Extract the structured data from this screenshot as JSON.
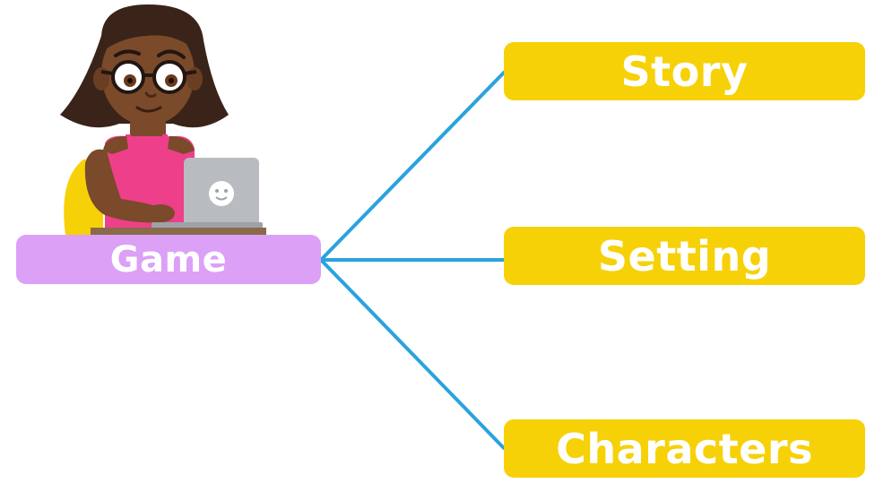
{
  "diagram": {
    "root": {
      "label": "Game"
    },
    "children": [
      {
        "label": "Story"
      },
      {
        "label": "Setting"
      },
      {
        "label": "Characters"
      }
    ]
  },
  "colors": {
    "root_fill": "#dca0f7",
    "child_fill": "#f6d108",
    "connector": "#2aa3dd",
    "text": "#ffffff"
  },
  "illustration": {
    "subject": "girl-with-laptop"
  }
}
